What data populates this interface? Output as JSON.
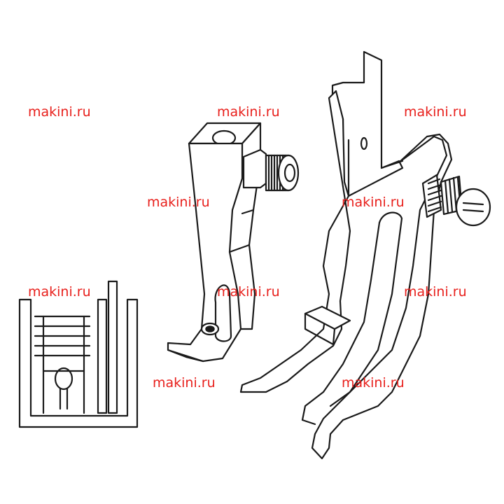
{
  "watermark": {
    "text": "makini.ru",
    "color": "#e8201c",
    "instances": [
      "makini.ru",
      "makini.ru",
      "makini.ru",
      "makini.ru",
      "makini.ru",
      "makini.ru",
      "makini.ru",
      "makini.ru",
      "makini.ru",
      "makini.ru"
    ]
  },
  "illustration": {
    "line_color": "#1a1a1a",
    "background": "#ffffff"
  }
}
